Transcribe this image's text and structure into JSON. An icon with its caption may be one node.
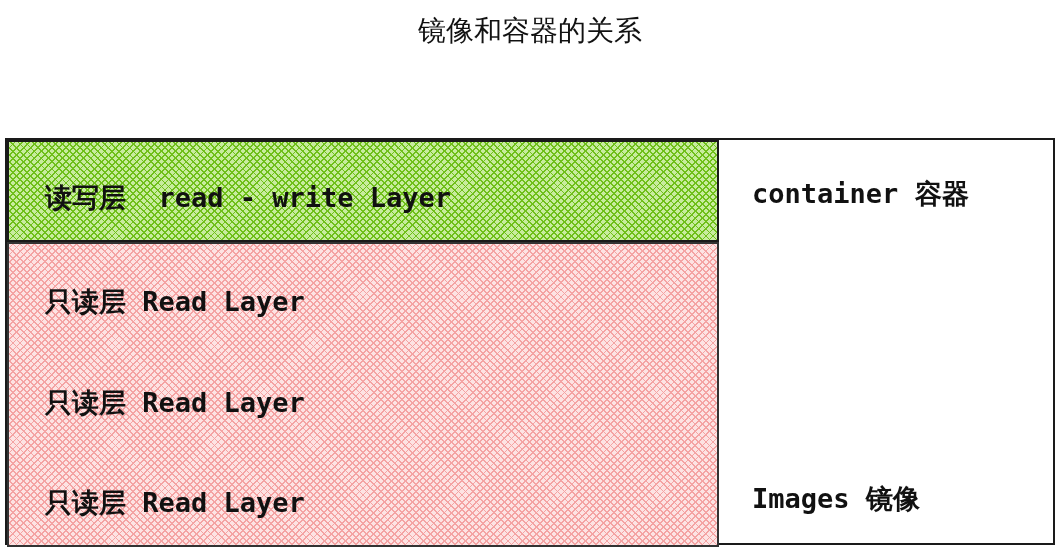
{
  "diagram": {
    "title": "镜像和容器的关系",
    "nodes": [
      {
        "text": [
          "container 容器",
          "Images 镜像"
        ]
      },
      {
        "text": [
          "读写层  read - write Layer"
        ],
        "in": 0
      },
      {
        "text": [
          "只读层 Read Layer",
          "只读层 Read Layer",
          "只读层 Read Layer"
        ],
        "in": 0
      }
    ],
    "edges": []
  }
}
